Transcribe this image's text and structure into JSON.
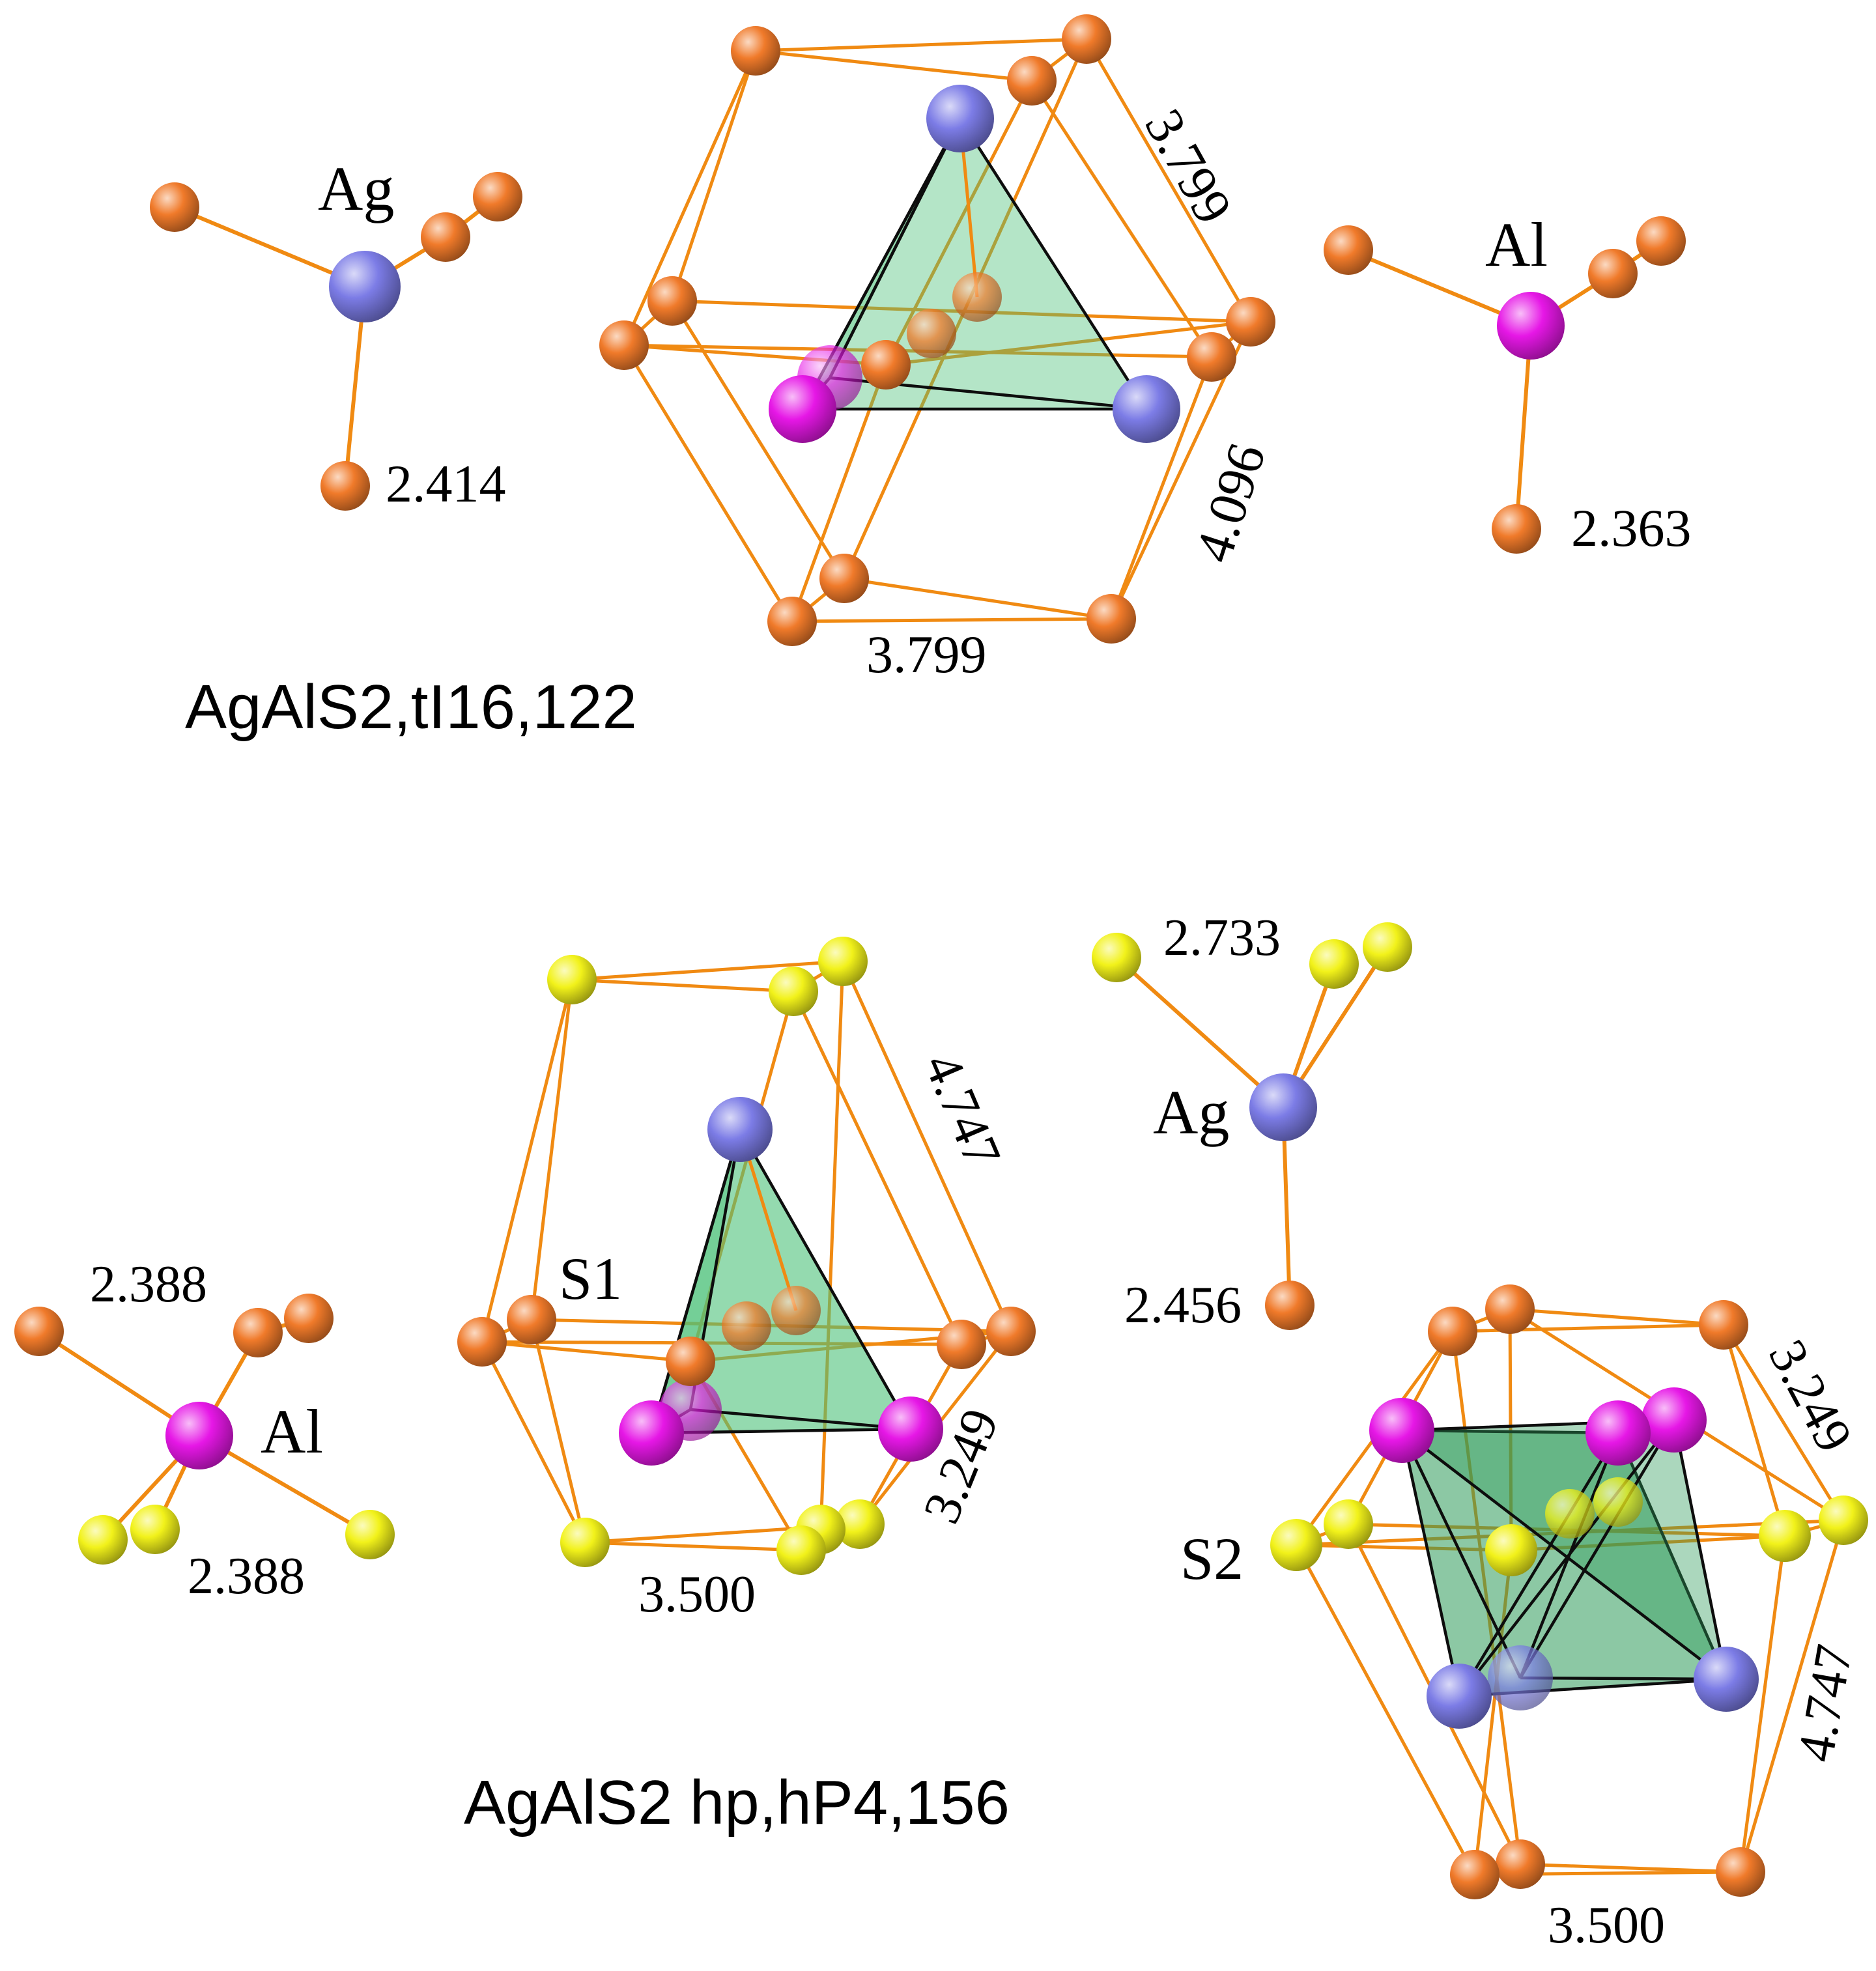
{
  "colors": {
    "Ag": "#7c7ce6",
    "Al": "#e617e6",
    "S": "#f2f21a",
    "X": "#f07a2a",
    "bond": "#f08a12",
    "polyhedron": "#4dc27a"
  },
  "panel_top": {
    "caption": "AgAlS2,tI16,122",
    "ag_label": "Ag",
    "ag_distance": "2.414",
    "al_label": "Al",
    "al_distance": "2.363",
    "cell_labels": [
      "3.799",
      "4.096",
      "3.799"
    ]
  },
  "panel_bottom": {
    "caption": "AgAlS2 hp,hP4,156",
    "al_label": "Al",
    "al_distances": [
      "2.388",
      "2.388"
    ],
    "s1_label": "S1",
    "s1_labels": [
      "4.747",
      "3.249",
      "3.500"
    ],
    "ag_label": "Ag",
    "ag_distances": [
      "2.733",
      "2.456"
    ],
    "s2_label": "S2",
    "s2_labels": [
      "3.249",
      "4.747",
      "3.500"
    ]
  }
}
